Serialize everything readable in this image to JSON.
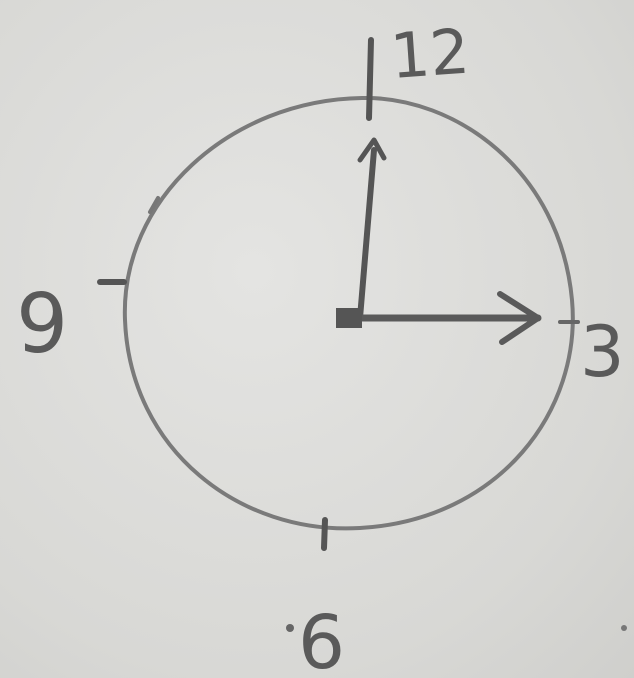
{
  "clock": {
    "numerals": {
      "twelve": "12",
      "three": "3",
      "six": "6",
      "nine": "9"
    },
    "time_shown": {
      "hour": 12,
      "minute": 15
    },
    "colors": {
      "background": "#d9d9d7",
      "ink": "#6a6a6a",
      "hands": "#555555"
    }
  }
}
